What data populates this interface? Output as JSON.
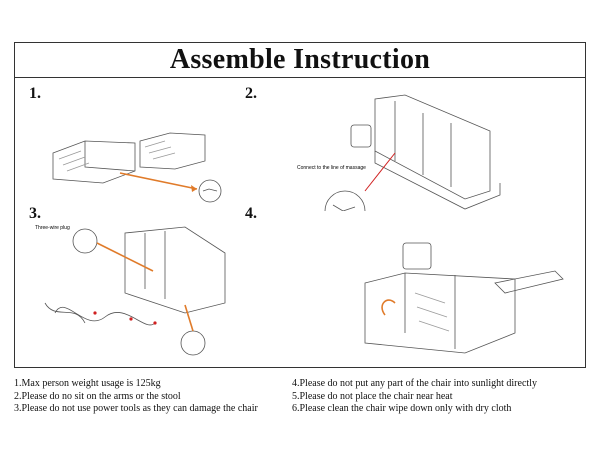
{
  "title": "Assemble Instruction",
  "steps": [
    {
      "number": "1."
    },
    {
      "number": "2.",
      "callout": "Connect to the line of massage"
    },
    {
      "number": "3.",
      "callout": "Three-wire plug"
    },
    {
      "number": "4."
    }
  ],
  "notes_left": [
    "1.Max person weight usage is 125kg",
    "2.Please do no sit on the arms or the stool",
    "3.Please do not use power  tools as they can damage the chair"
  ],
  "notes_right": [
    "4.Please do not put any part of the chair into sunlight directly",
    "5.Please do not place the chair near heat",
    "6.Please clean the chair wipe down only with dry cloth"
  ],
  "colors": {
    "arrow": "#e07b2a",
    "wire_dot": "#d02020",
    "line": "#555555"
  }
}
